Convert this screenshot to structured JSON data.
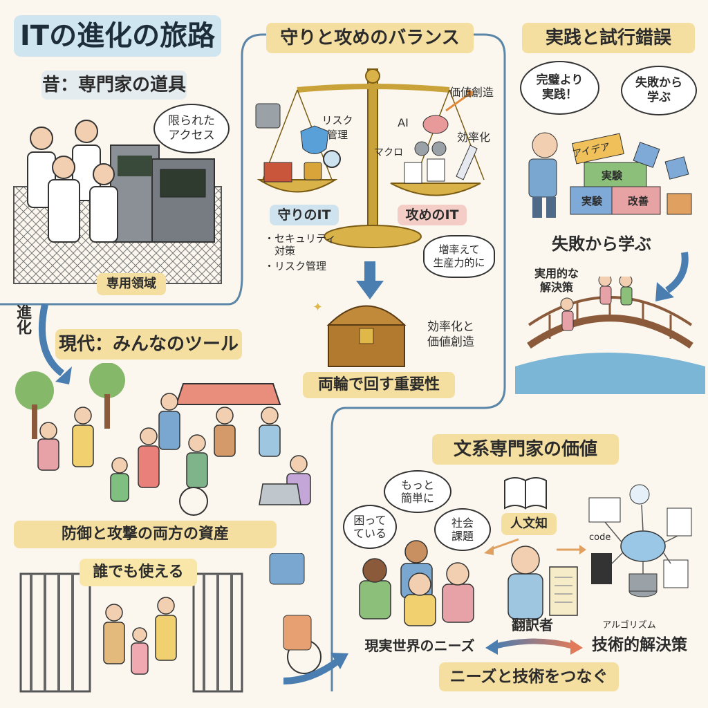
{
  "title": "ITの進化の旅路",
  "past": {
    "heading": "昔：専門家の道具",
    "bubble": "限られた\nアクセス",
    "area_label": "専用領域"
  },
  "evolution_label": "進化",
  "present": {
    "heading": "現代：みんなのツール",
    "asset_label": "防御と攻撃の両方の資産",
    "gate_label": "誰でも使える"
  },
  "balance": {
    "heading": "守りと攻めのバランス",
    "left": {
      "label": "守りのIT",
      "risk": "リスク\n管理",
      "bullets": [
        "・セキュリティ\n　対策",
        "・リスク管理"
      ]
    },
    "right": {
      "label": "攻めのIT",
      "ai": "AI",
      "macro": "マクロ",
      "value": "価値創造",
      "efficiency": "効率化",
      "bubble": "増率えて\n生産力的に"
    },
    "chest_label": "効率化と\n価値創造",
    "conclusion": "両輪で回す重要性"
  },
  "practice": {
    "heading": "実践と試行錯誤",
    "bubble1": "完璧より\n実践！",
    "bubble2": "失敗から\n学ぶ",
    "blocks": [
      "アイデア",
      "実験",
      "実験",
      "改善"
    ],
    "lesson": "失敗から学ぶ",
    "bridge_label": "実用的な\n解決策"
  },
  "humanities": {
    "heading": "文系専門家の価値",
    "bubbles": [
      "困って\nている",
      "もっと\n簡単に",
      "社会\n課題"
    ],
    "book_label": "人文知",
    "code_label": "code",
    "translator": "翻訳者",
    "algorithm": "アルゴリズム",
    "needs": "現実世界のニーズ",
    "solution": "技術的解決策",
    "connect": "ニーズと技術をつなぐ"
  }
}
